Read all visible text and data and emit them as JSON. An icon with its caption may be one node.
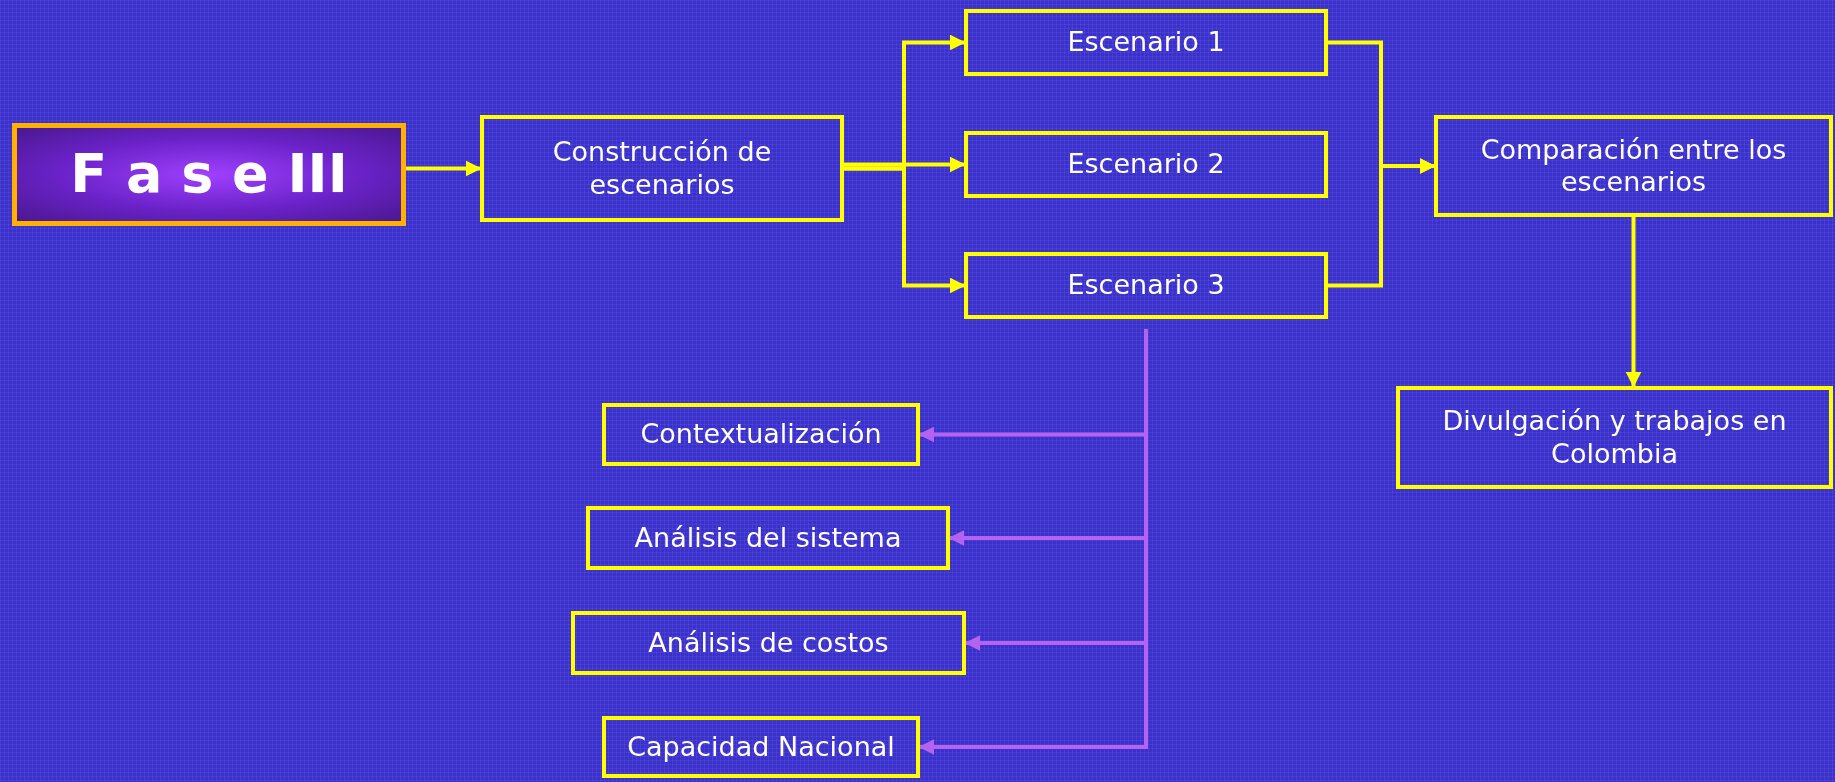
{
  "diagram": {
    "nodes": [
      {
        "text": [
          "F a s e III"
        ]
      },
      {
        "text": [
          "Construcción de escenarios"
        ]
      },
      {
        "text": [
          "Escenario 1"
        ]
      },
      {
        "text": [
          "Escenario 2"
        ]
      },
      {
        "text": [
          "Escenario 3"
        ]
      },
      {
        "text": [
          "Comparación entre los escenarios"
        ]
      },
      {
        "text": [
          "Divulgación y trabajos en Colombia"
        ]
      },
      {
        "text": [
          "Contextualización"
        ]
      },
      {
        "text": [
          "Análisis del sistema"
        ]
      },
      {
        "text": [
          "Análisis de costos"
        ]
      },
      {
        "text": [
          "Capacidad Nacional"
        ]
      }
    ],
    "edges": [
      {
        "from": 0,
        "to": 1,
        "arrow": "to"
      },
      {
        "from": 1,
        "to": 2,
        "arrow": "to"
      },
      {
        "from": 1,
        "to": 3,
        "arrow": "to"
      },
      {
        "from": 1,
        "to": 4,
        "arrow": "to"
      },
      {
        "from": 2,
        "to": 5,
        "arrow": "to"
      },
      {
        "from": 4,
        "to": 5,
        "arrow": "to"
      },
      {
        "from": 5,
        "to": 6,
        "arrow": "to"
      },
      {
        "from": 4,
        "to": 7,
        "arrow": "to",
        "color": "#b463f0"
      },
      {
        "from": 4,
        "to": 8,
        "arrow": "to",
        "color": "#b463f0"
      },
      {
        "from": 4,
        "to": 9,
        "arrow": "to",
        "color": "#b463f0"
      },
      {
        "from": 4,
        "to": 10,
        "arrow": "to",
        "color": "#b463f0"
      }
    ]
  }
}
